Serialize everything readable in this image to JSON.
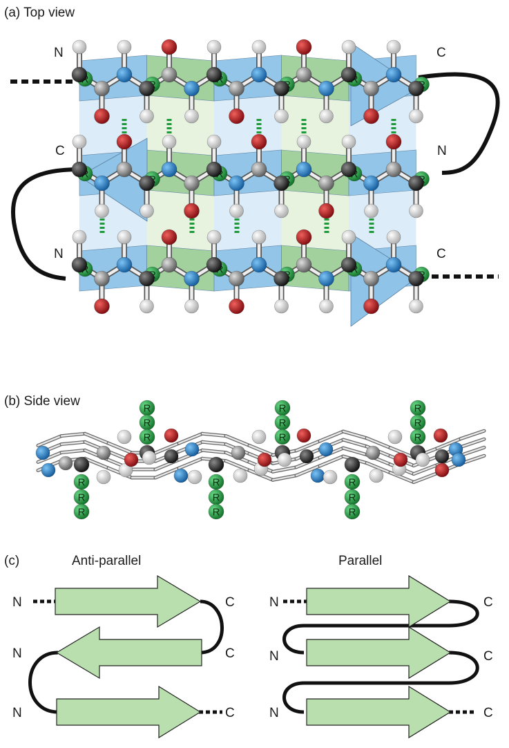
{
  "panel_a": {
    "caption": "(a)  Top view"
  },
  "panel_b": {
    "caption": "(b)  Side view"
  },
  "panel_c": {
    "caption": "(c)",
    "antiparallel_title": "Anti-parallel",
    "parallel_title": "Parallel"
  },
  "terminus": {
    "n": "N",
    "c": "C"
  },
  "residue_label": "R",
  "colors": {
    "nitrogen": "#1f7fc8",
    "oxygen": "#b3161b",
    "hydrogen": "#eeeeee",
    "carbon_alpha": "#2b2b2b",
    "carbon_carbonyl": "#8a8a8a",
    "side_chain": "#1c9a3a",
    "sheet_blue": "#8fc3e8",
    "sheet_green": "#9fd09a",
    "arrow_fill": "#b9dfae",
    "hbond": "#1c9a3a"
  },
  "icons": [
    "n-terminus-label",
    "c-terminus-label",
    "hydrogen-bond",
    "beta-strand-arrow"
  ]
}
